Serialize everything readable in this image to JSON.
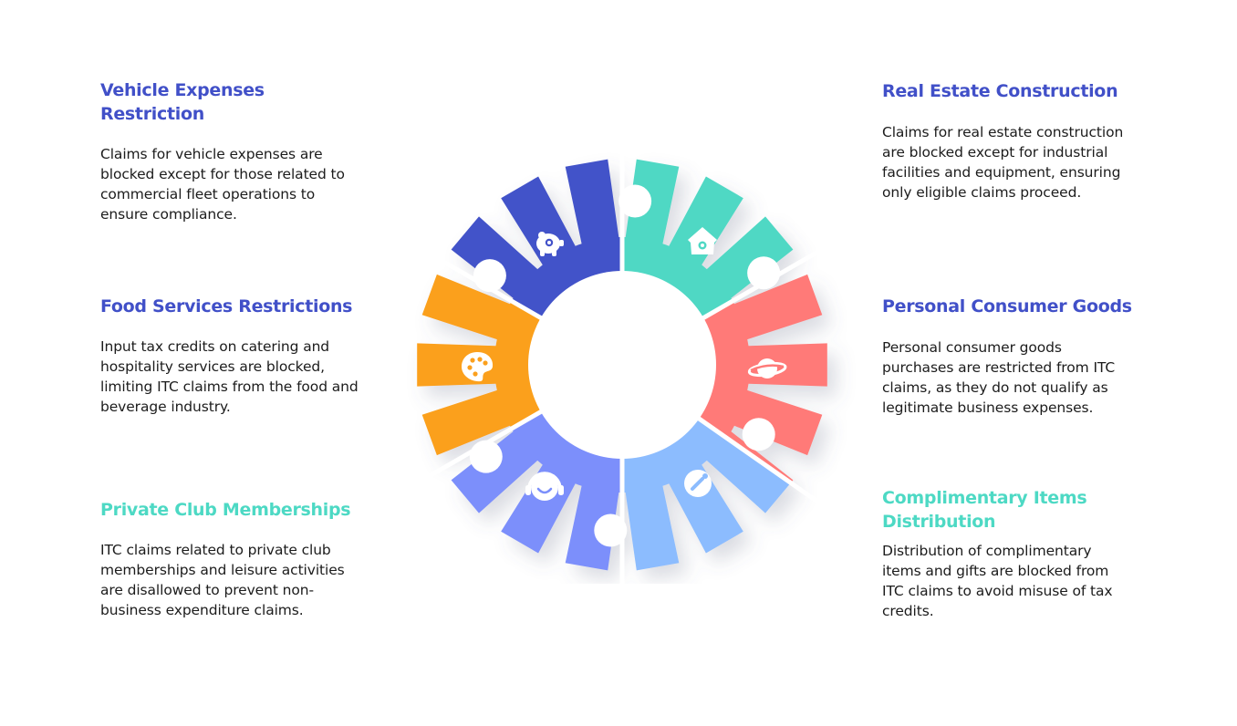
{
  "colors": {
    "heading_blue": "#4150c8",
    "heading_teal": "#4dd9c4",
    "text": "#1c1c1c",
    "segment_vehicle": "#4352c9",
    "segment_real_estate": "#4fd8c4",
    "segment_consumer": "#ff7a78",
    "segment_complimentary": "#8cbcfe",
    "segment_club": "#7b8ffb",
    "segment_food": "#fba01d"
  },
  "items": [
    {
      "title": "Vehicle Expenses Restriction",
      "description": "Claims for vehicle expenses are blocked except for those related to commercial fleet operations to ensure compliance.",
      "icon": "piggy-bank-icon"
    },
    {
      "title": "Food Services Restrictions",
      "description": "Input tax credits on catering and hospitality services are blocked, limiting ITC claims from the food and beverage industry.",
      "icon": "palette-icon"
    },
    {
      "title": "Private Club Memberships",
      "description": "ITC claims related to private club memberships and leisure activities are disallowed to prevent non-business expenditure claims.",
      "icon": "headset-icon"
    },
    {
      "title": "Real Estate Construction",
      "description": "Claims for real estate construction are blocked except for industrial facilities and equipment, ensuring only eligible claims proceed.",
      "icon": "home-icon"
    },
    {
      "title": "Personal Consumer Goods",
      "description": "Personal consumer goods purchases are restricted from ITC claims, as they do not qualify as legitimate business expenses.",
      "icon": "planet-icon"
    },
    {
      "title": "Complimentary Items Distribution",
      "description": "Distribution of complimentary items and gifts are blocked from ITC claims to avoid misuse of tax credits.",
      "icon": "edit-icon"
    }
  ]
}
